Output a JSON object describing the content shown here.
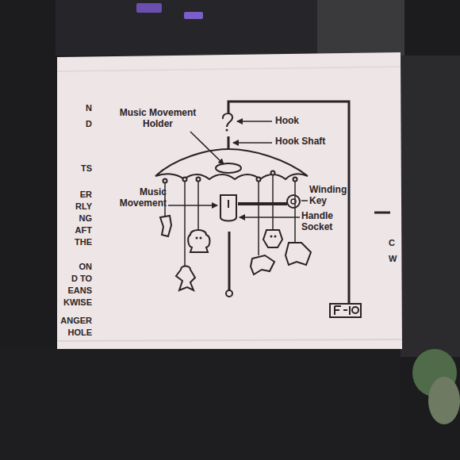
{
  "diagram": {
    "labels": [
      "Music Movement Holder",
      "Hook",
      "Hook Shaft",
      "Music Movement",
      "Winding Key",
      "Handle Socket",
      "N",
      "D",
      "TS",
      "ER",
      "RLY",
      "NG",
      "AFT",
      "THE",
      "ON",
      "D TO",
      "EANS",
      "KWISE",
      "ANGER",
      "HOLE",
      "C",
      "W"
    ]
  }
}
